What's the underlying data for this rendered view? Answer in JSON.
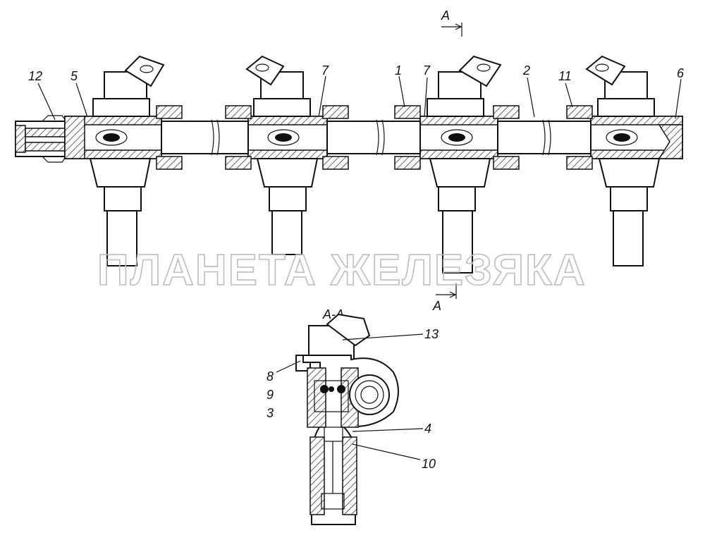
{
  "section_marker": "A",
  "section_title": "А-А",
  "watermark": "ПЛАНЕТА ЖЕЛЕЗЯКА",
  "callouts_main": [
    "12",
    "5",
    "7",
    "1",
    "7",
    "2",
    "11",
    "6"
  ],
  "callouts_section": [
    "13",
    "8",
    "9",
    "3",
    "4",
    "10"
  ]
}
